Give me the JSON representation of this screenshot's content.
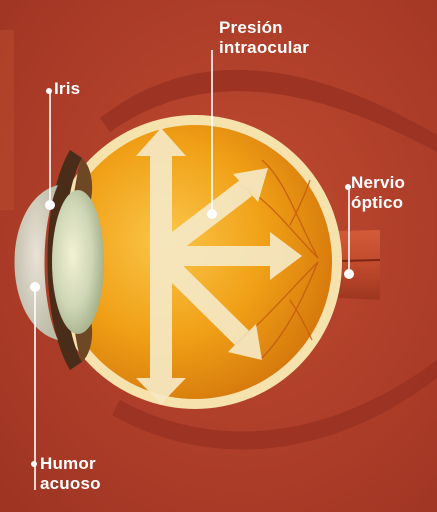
{
  "labels": {
    "intraocular_pressure": "Presión\nintraocular",
    "iris": "Iris",
    "optic_nerve": "Nervio\nóptico",
    "aqueous_humor": "Humor\nacuoso"
  },
  "colors": {
    "background": "#b6412c",
    "eyeball": "#f0a317",
    "sclera_rim": "#f7e6b7",
    "arrows": "#f6e9c5",
    "nerve": "#c04a2c",
    "label_text": "#ffffff",
    "cornea": "#dfe6d7"
  }
}
